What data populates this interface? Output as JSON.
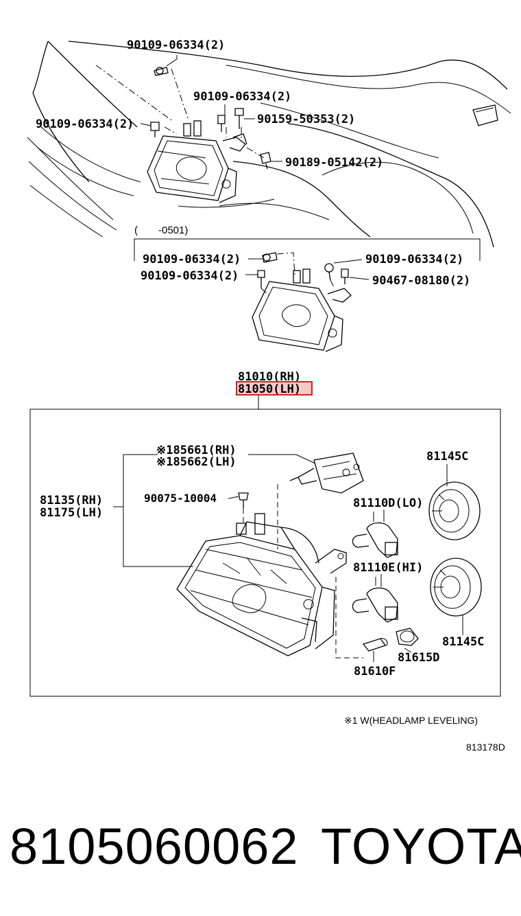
{
  "diagram": {
    "top_group": {
      "labels": [
        "90109-06334(2)",
        "90109-06334(2)",
        "90109-06334(2)",
        "90159-50353(2)",
        "90189-05142(2)"
      ]
    },
    "middle_group": {
      "date_range": "(　　-0501)",
      "labels": [
        "90109-06334(2)",
        "90109-06334(2)",
        "90109-06334(2)",
        "90467-08180(2)"
      ]
    },
    "assembly": {
      "part_rh": "81010(RH)",
      "part_lh": "81050(LH)",
      "highlight_color": "#d62020",
      "components": {
        "leveling_rh": "※185661(RH)",
        "leveling_lh": "※185662(LH)",
        "housing_rh": "81135(RH)",
        "housing_lh": "81175(LH)",
        "screw": "90075-10004",
        "bulb_lo": "81110D(LO)",
        "bulb_hi": "81110E(HI)",
        "cover_top": "81145C",
        "cover_bottom": "81145C",
        "socket": "81615D",
        "bulb_small": "81610F"
      }
    },
    "footnote": "※1 W(HEADLAMP LEVELING)",
    "drawing_id": "813178D"
  },
  "footer": {
    "part_number": "8105060062",
    "brand": "TOYOTA"
  }
}
